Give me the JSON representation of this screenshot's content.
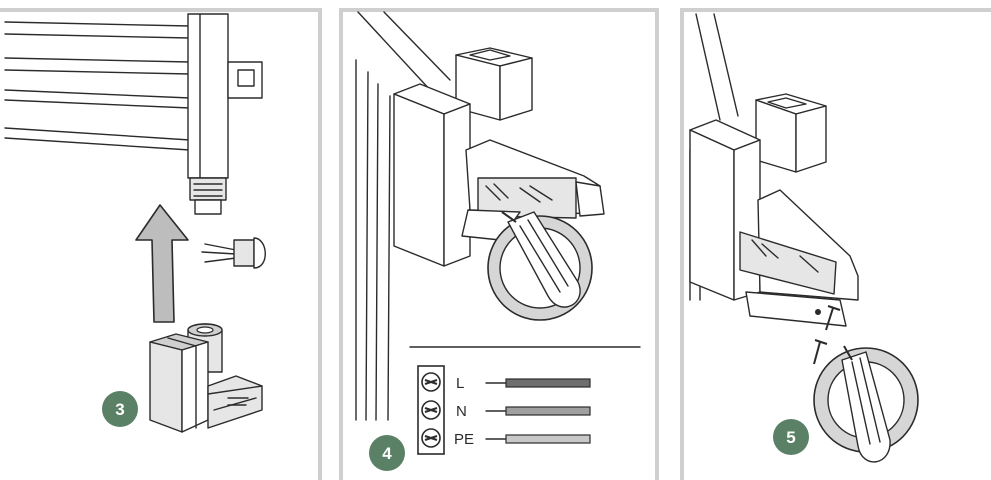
{
  "steps": {
    "step3": {
      "badge": "3"
    },
    "step4": {
      "badge": "4",
      "terminals": {
        "live": "L",
        "neutral": "N",
        "earth": "PE"
      }
    },
    "step5": {
      "badge": "5"
    }
  },
  "colors": {
    "badge": "#5a8066",
    "frame": "#cfcfcf",
    "line": "#2b2b2b",
    "fill_light": "#e6e6e6",
    "wire_live": "#6e6e6e",
    "wire_neutral": "#a0a0a0",
    "wire_earth": "#c8c8c8"
  },
  "icons": [
    "upward-arrow-icon",
    "screwdriver-icon",
    "screw-icon",
    "terminal-block-icon"
  ]
}
